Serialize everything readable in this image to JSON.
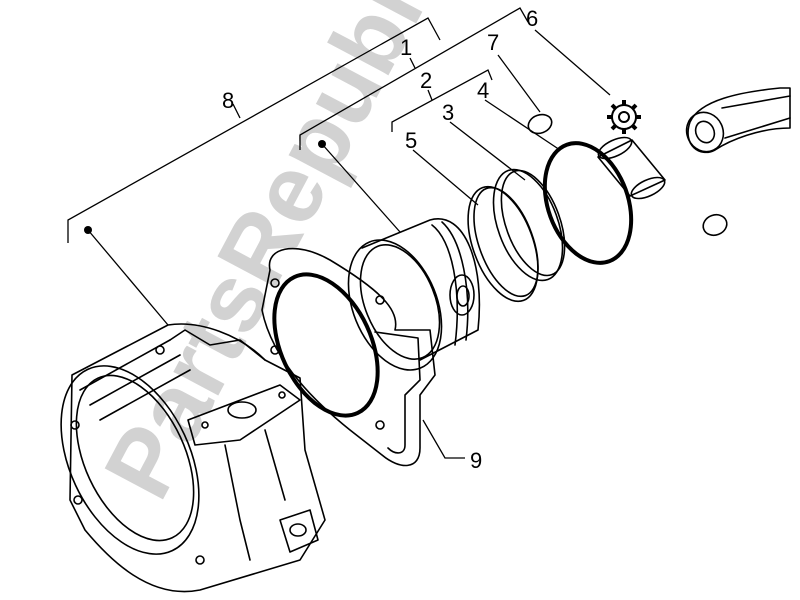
{
  "diagram": {
    "watermark_text": "PartsRepublik",
    "callouts": [
      {
        "id": "1",
        "label": "1"
      },
      {
        "id": "2",
        "label": "2"
      },
      {
        "id": "3",
        "label": "3"
      },
      {
        "id": "4",
        "label": "4"
      },
      {
        "id": "5",
        "label": "5"
      },
      {
        "id": "6",
        "label": "6"
      },
      {
        "id": "7",
        "label": "7"
      },
      {
        "id": "8",
        "label": "8"
      },
      {
        "id": "9",
        "label": "9"
      }
    ],
    "icons": [
      "gear-icon",
      "bullet-dot-icon"
    ]
  }
}
